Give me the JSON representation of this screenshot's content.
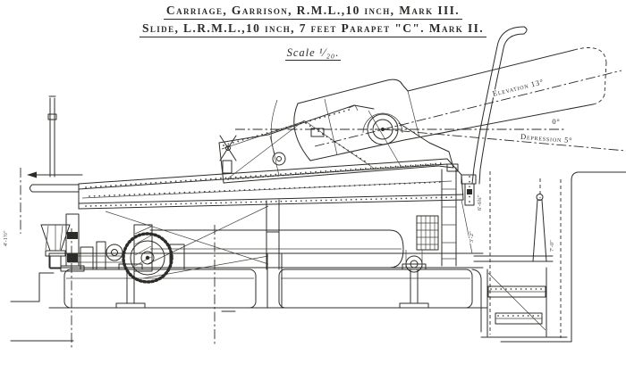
{
  "sheet": {
    "title_line1": "Carriage, Garrison, R.M.L.,10 inch, Mark III.",
    "title_line2": "Slide, L.R.M.L.,10 inch, 7 feet Parapet \"C\". Mark II.",
    "scale_note": "Scale ¹⁄₂₀."
  },
  "annotations": {
    "elevation_label": "Elevation 13°",
    "zero_label": "0°",
    "depression_label": "Depression 5°"
  },
  "dimensions": {
    "left_height": "4'-1½\"",
    "carriage_height": "6'-6¾\"",
    "step_rise": "3'-2\"",
    "parapet_height": "7'-0\""
  },
  "colors": {
    "ink": "#2e2c28",
    "paper": "#ffffff"
  }
}
